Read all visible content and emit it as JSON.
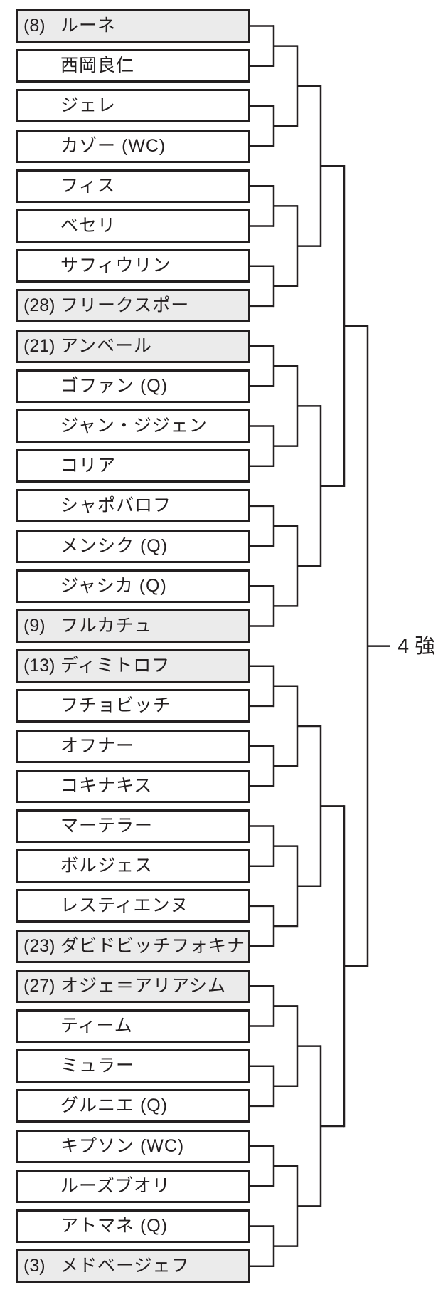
{
  "bracket": {
    "final_label": "4 強",
    "colors": {
      "line": "#231f20",
      "seeded_bg": "#ebebeb",
      "unseeded_bg": "#ffffff",
      "text": "#231f20"
    },
    "players": [
      {
        "seed": "(8)",
        "name": "ルーネ"
      },
      {
        "seed": "",
        "name": "西岡良仁"
      },
      {
        "seed": "",
        "name": "ジェレ"
      },
      {
        "seed": "",
        "name": "カゾー (WC)"
      },
      {
        "seed": "",
        "name": "フィス"
      },
      {
        "seed": "",
        "name": "ベセリ"
      },
      {
        "seed": "",
        "name": "サフィウリン"
      },
      {
        "seed": "(28)",
        "name": "フリークスポー"
      },
      {
        "seed": "(21)",
        "name": "アンベール"
      },
      {
        "seed": "",
        "name": "ゴファン (Q)"
      },
      {
        "seed": "",
        "name": "ジャン・ジジェン"
      },
      {
        "seed": "",
        "name": "コリア"
      },
      {
        "seed": "",
        "name": "シャポバロフ"
      },
      {
        "seed": "",
        "name": "メンシク (Q)"
      },
      {
        "seed": "",
        "name": "ジャシカ (Q)"
      },
      {
        "seed": "(9)",
        "name": "フルカチュ"
      },
      {
        "seed": "(13)",
        "name": "ディミトロフ"
      },
      {
        "seed": "",
        "name": "フチョビッチ"
      },
      {
        "seed": "",
        "name": "オフナー"
      },
      {
        "seed": "",
        "name": "コキナキス"
      },
      {
        "seed": "",
        "name": "マーテラー"
      },
      {
        "seed": "",
        "name": "ボルジェス"
      },
      {
        "seed": "",
        "name": "レスティエンヌ"
      },
      {
        "seed": "(23)",
        "name": "ダビドビッチフォキナ"
      },
      {
        "seed": "(27)",
        "name": "オジェ＝アリアシム"
      },
      {
        "seed": "",
        "name": "ティーム"
      },
      {
        "seed": "",
        "name": "ミュラー"
      },
      {
        "seed": "",
        "name": "グルニエ (Q)"
      },
      {
        "seed": "",
        "name": "キプソン (WC)"
      },
      {
        "seed": "",
        "name": "ルーズブオリ"
      },
      {
        "seed": "",
        "name": "アトマネ (Q)"
      },
      {
        "seed": "(3)",
        "name": "メドベージェフ"
      }
    ]
  }
}
